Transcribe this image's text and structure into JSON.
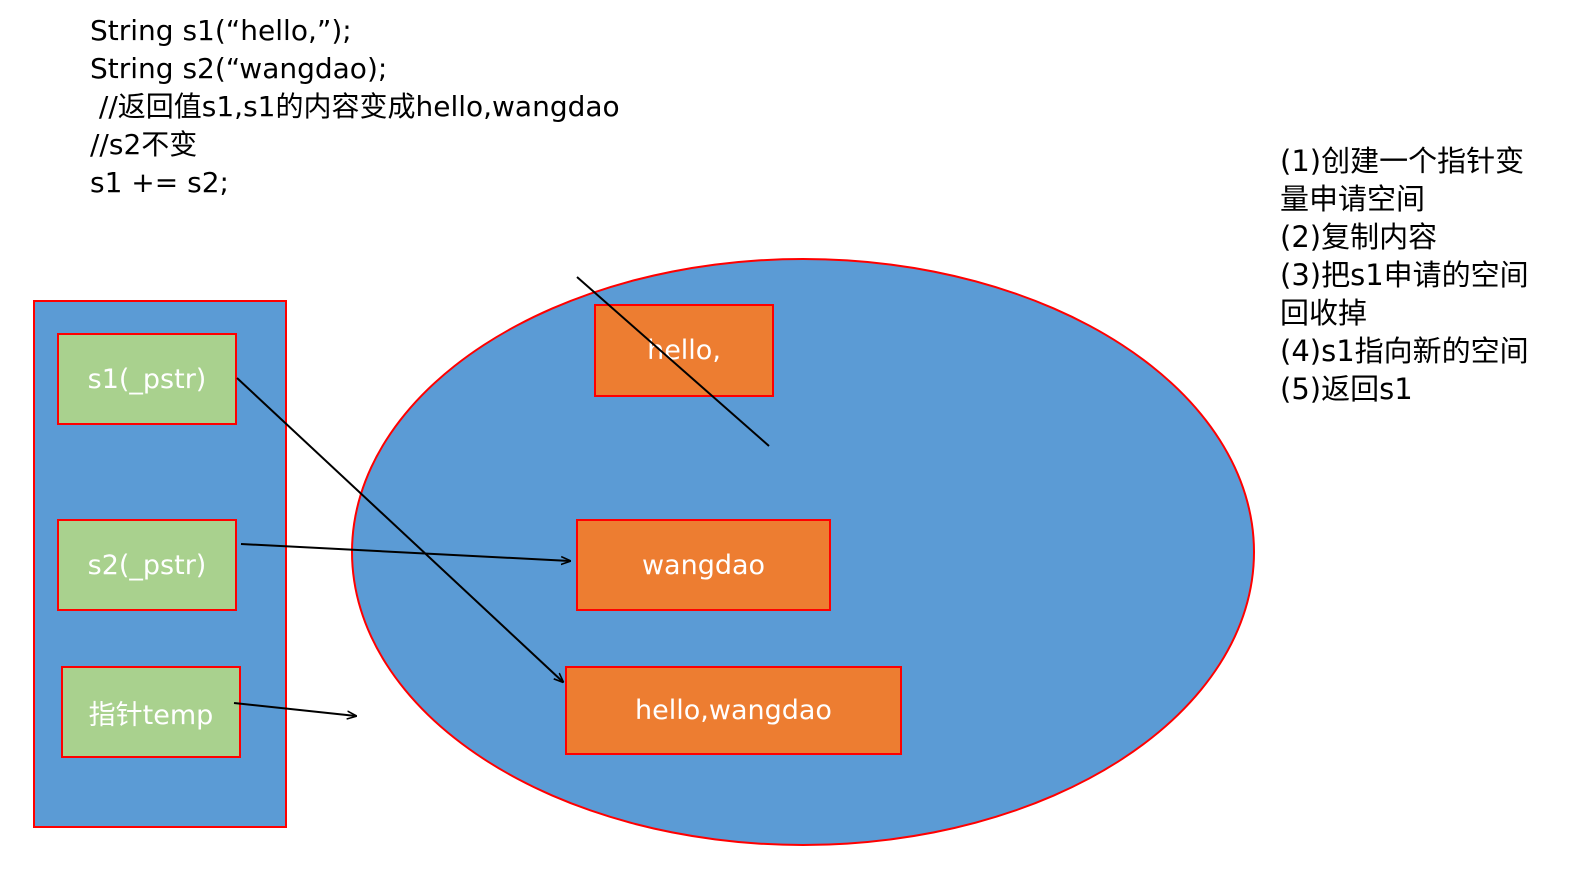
{
  "code": {
    "lines": [
      "String s1(“hello,”);",
      "String s2(“wangdao);",
      " //返回值s1,s1的内容变成hello,wangdao",
      "//s2不变",
      "s1 += s2;"
    ]
  },
  "steps": {
    "lines": [
      "(1)创建一个指针变",
      "量申请空间",
      "(2)复制内容",
      "(3)把s1申请的空间",
      "回收掉",
      "(4)s1指向新的空间",
      "(5)返回s1"
    ]
  },
  "stack": {
    "s1_label": "s1(_pstr)",
    "s2_label": "s2(_pstr)",
    "temp_label": "指针temp"
  },
  "heap": {
    "old_block": "hello,",
    "s2_block": "wangdao",
    "new_block": "hello,wangdao"
  },
  "colors": {
    "panel_fill": "#5b9bd5",
    "variable_fill": "#a9d18e",
    "block_fill": "#ed7d31",
    "border": "#ff0000",
    "arrow": "#000000"
  }
}
